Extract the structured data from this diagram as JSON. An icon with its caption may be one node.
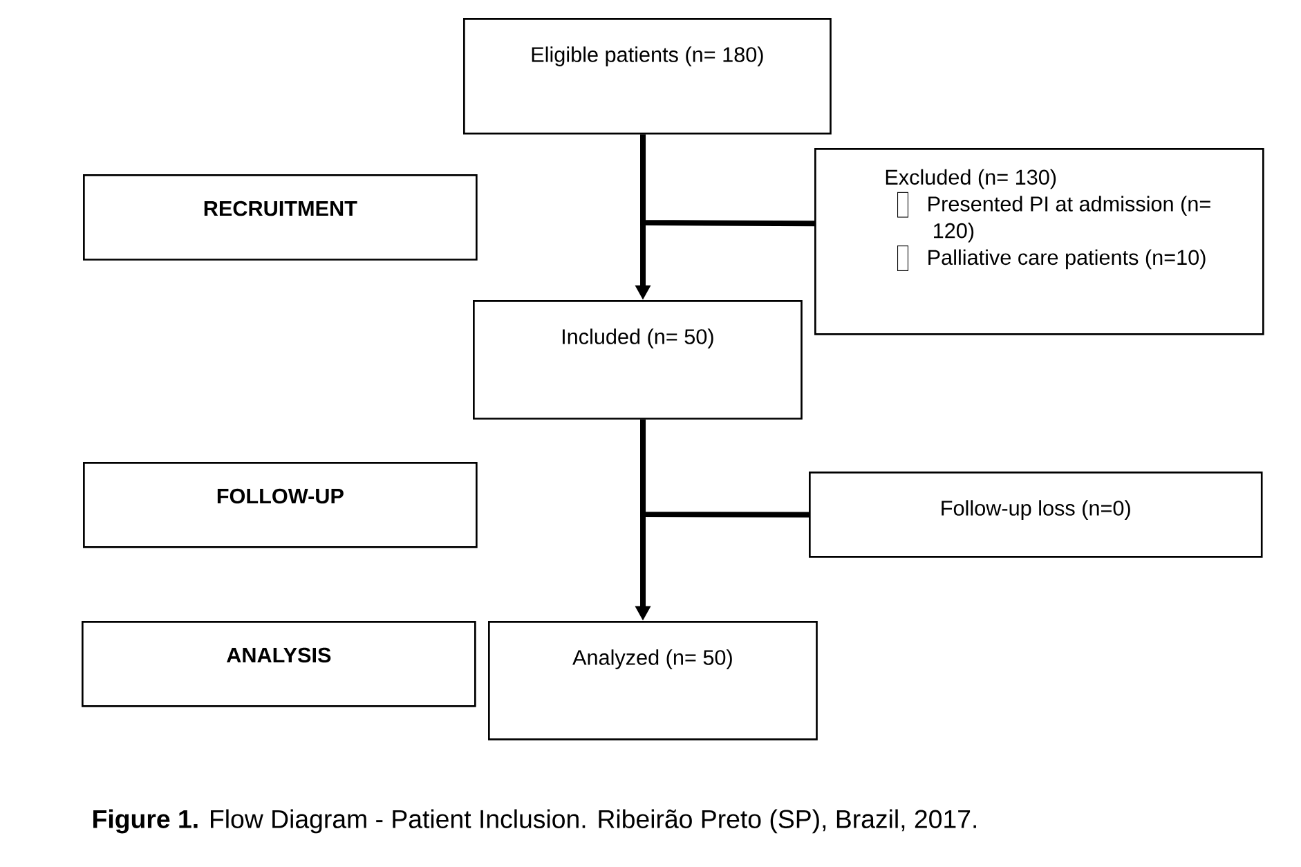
{
  "diagram": {
    "caption": "**Figure 1.** Flow Diagram - Patient Inclusion. Ribeirão Preto (SP), Brazil, 2017.",
    "nodes": [
      {
        "text": [
          "Eligible patients (n= 180)"
        ]
      },
      {
        "text": [
          "RECRUITMENT"
        ]
      },
      {
        "text": [
          "Excluded (n= 130)",
          "Presented PI at admission (n= 120)",
          "Palliative care patients (n=10)"
        ]
      },
      {
        "text": [
          "Included (n= 50)"
        ]
      },
      {
        "text": [
          "FOLLOW-UP"
        ]
      },
      {
        "text": [
          "Follow-up loss (n=0)"
        ]
      },
      {
        "text": [
          "ANALYSIS"
        ]
      },
      {
        "text": [
          "Analyzed (n= 50)"
        ]
      }
    ],
    "edges": [
      {
        "from": 0,
        "to": 3,
        "arrow": "to"
      },
      {
        "from": 0,
        "to": 2,
        "arrow": "none"
      },
      {
        "from": 3,
        "to": 7,
        "arrow": "to"
      },
      {
        "from": 3,
        "to": 5,
        "arrow": "none"
      }
    ]
  }
}
